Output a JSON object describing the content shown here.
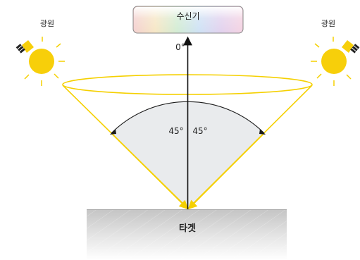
{
  "light_source_left": {
    "label": "광원",
    "icon": "lightbulb-icon"
  },
  "light_source_right": {
    "label": "광원",
    "icon": "lightbulb-icon"
  },
  "receiver": {
    "label": "수신기",
    "angle_label": "0°"
  },
  "angles": {
    "left": "45°",
    "right": "45°"
  },
  "target": {
    "label": "타겟"
  },
  "colors": {
    "light_ray": "#f5d000",
    "bulb": "#f7cf0a",
    "bulb_base": "#222222",
    "arc": "#1a1a1a",
    "sector_fill": "#e8eaec",
    "target_top": "#bdbdbd",
    "target_bottom": "#ffffff",
    "receiver_rainbow": [
      "#ff6b6b",
      "#ffd54f",
      "#81c784",
      "#64b5f6",
      "#ba68c8",
      "#f48fb1"
    ]
  }
}
